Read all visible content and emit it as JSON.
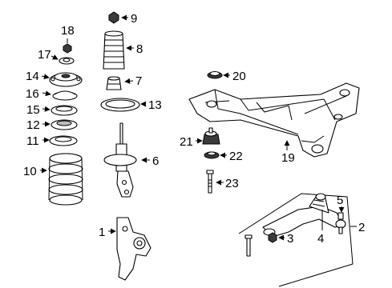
{
  "callouts": {
    "c1": "1",
    "c2": "2",
    "c3": "3",
    "c4": "4",
    "c5": "5",
    "c6": "6",
    "c7": "7",
    "c8": "8",
    "c9": "9",
    "c10": "10",
    "c11": "11",
    "c12": "12",
    "c13": "13",
    "c14": "14",
    "c15": "15",
    "c16": "16",
    "c17": "17",
    "c18": "18",
    "c19": "19",
    "c20": "20",
    "c21": "21",
    "c22": "22",
    "c23": "23"
  },
  "colors": {
    "ink": "#000000",
    "background": "#ffffff",
    "shade": "#3a3a3a"
  }
}
